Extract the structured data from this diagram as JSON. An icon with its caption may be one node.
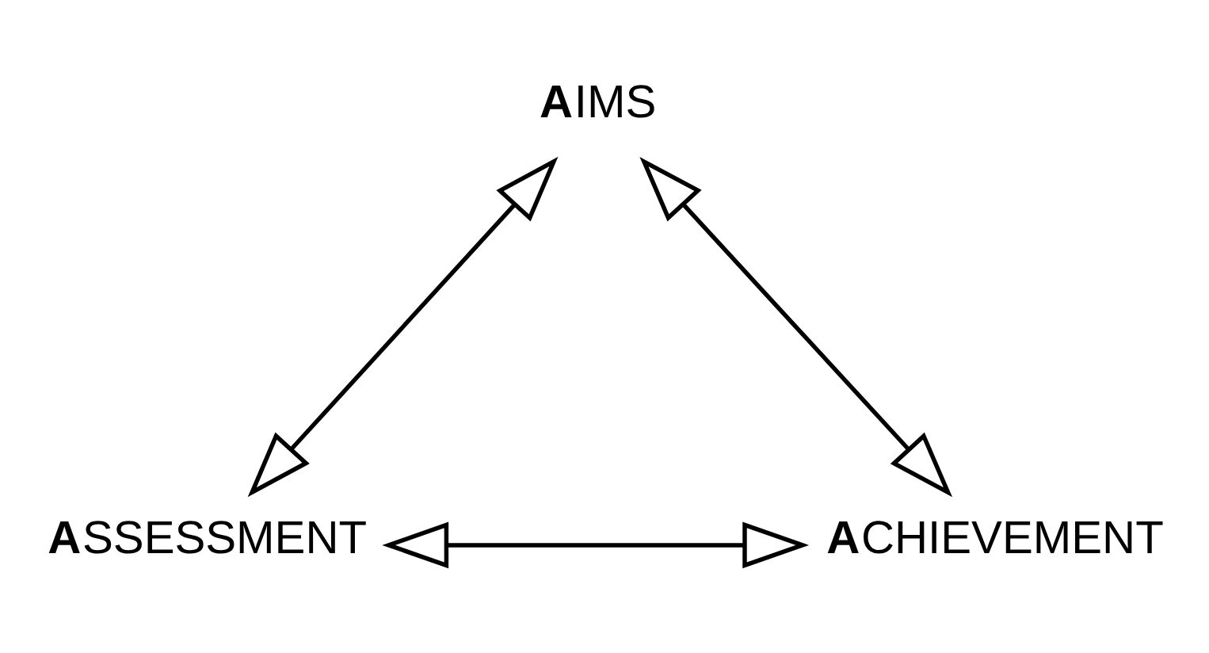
{
  "diagram": {
    "nodes": [
      {
        "text": [
          "**A**IMS"
        ]
      },
      {
        "text": [
          "**A**SSESSMENT"
        ]
      },
      {
        "text": [
          "**A**CHIEVEMENT"
        ]
      }
    ],
    "edges": [
      {
        "from": 0,
        "to": 1,
        "arrow": "both"
      },
      {
        "from": 0,
        "to": 2,
        "arrow": "both"
      },
      {
        "from": 1,
        "to": 2,
        "arrow": "both"
      }
    ]
  }
}
